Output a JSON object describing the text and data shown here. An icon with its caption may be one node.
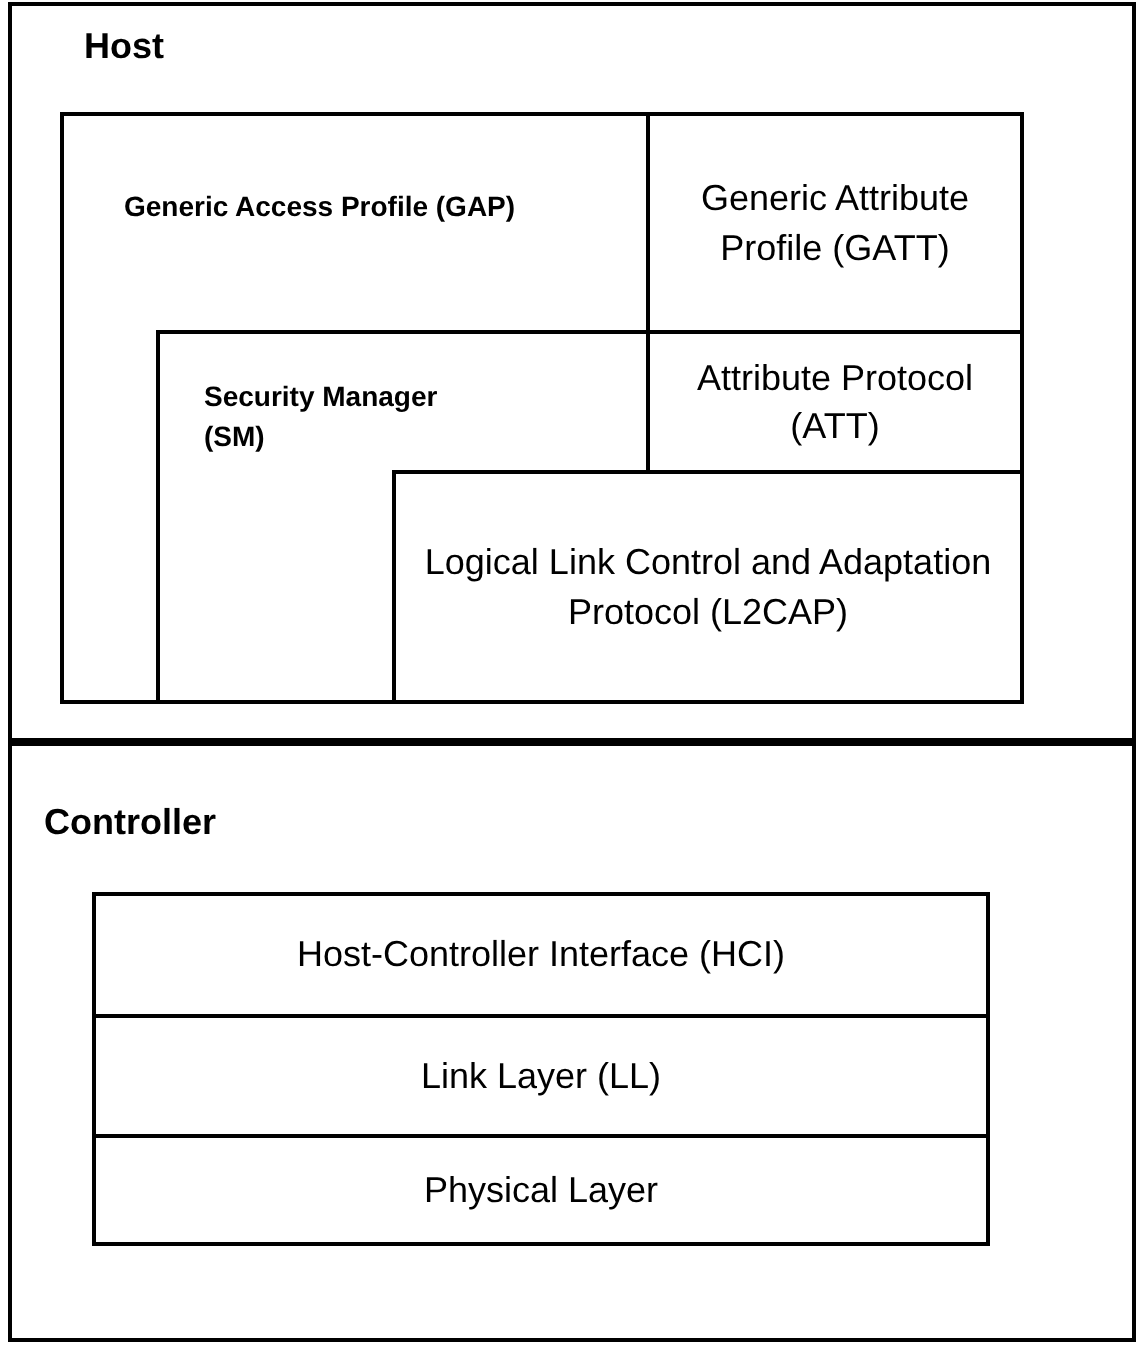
{
  "diagram": {
    "nodes": [
      {
        "text": [
          "Host"
        ]
      },
      {
        "text": [
          "Generic Access Profile (GAP)"
        ],
        "in": 0
      },
      {
        "text": [
          "Generic Attribute Profile (GATT)"
        ],
        "in": 1
      },
      {
        "text": [
          "Attribute Protocol (ATT)"
        ],
        "in": 1
      },
      {
        "text": [
          "Security Manager (SM)"
        ],
        "in": 1
      },
      {
        "text": [
          "Logical Link Control and Adaptation Protocol (L2CAP)"
        ],
        "in": 1
      },
      {
        "text": [
          "Controller"
        ]
      },
      {
        "text": [
          "Host-Controller Interface (HCI)"
        ],
        "in": 6
      },
      {
        "text": [
          "Link Layer (LL)"
        ],
        "in": 6
      },
      {
        "text": [
          "Physical Layer"
        ],
        "in": 6
      }
    ]
  }
}
